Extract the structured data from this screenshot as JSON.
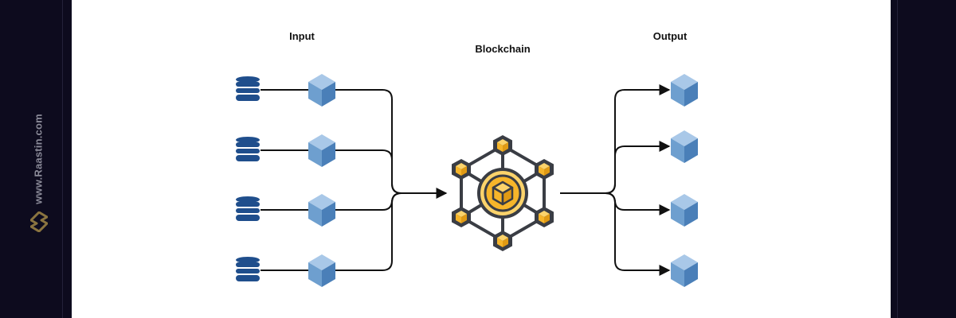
{
  "watermark": {
    "text": "www.Raastin.com"
  },
  "labels": {
    "input": "Input",
    "blockchain": "Blockchain",
    "output": "Output"
  },
  "colors": {
    "background": "#0d0b1e",
    "canvas": "#ffffff",
    "database": "#1f4e8c",
    "cube_top": "#a9c8e8",
    "cube_left": "#6e9fcf",
    "cube_right": "#4a7fb8",
    "node_fill": "#f6b52a",
    "node_outline": "#3a3d44",
    "connector": "#111111"
  },
  "diagram": {
    "inputs": [
      {
        "source": "database-icon",
        "item": "cube-icon"
      },
      {
        "source": "database-icon",
        "item": "cube-icon"
      },
      {
        "source": "database-icon",
        "item": "cube-icon"
      },
      {
        "source": "database-icon",
        "item": "cube-icon"
      }
    ],
    "center": "blockchain-network-icon",
    "outputs": [
      {
        "item": "cube-icon"
      },
      {
        "item": "cube-icon"
      },
      {
        "item": "cube-icon"
      },
      {
        "item": "cube-icon"
      }
    ]
  }
}
